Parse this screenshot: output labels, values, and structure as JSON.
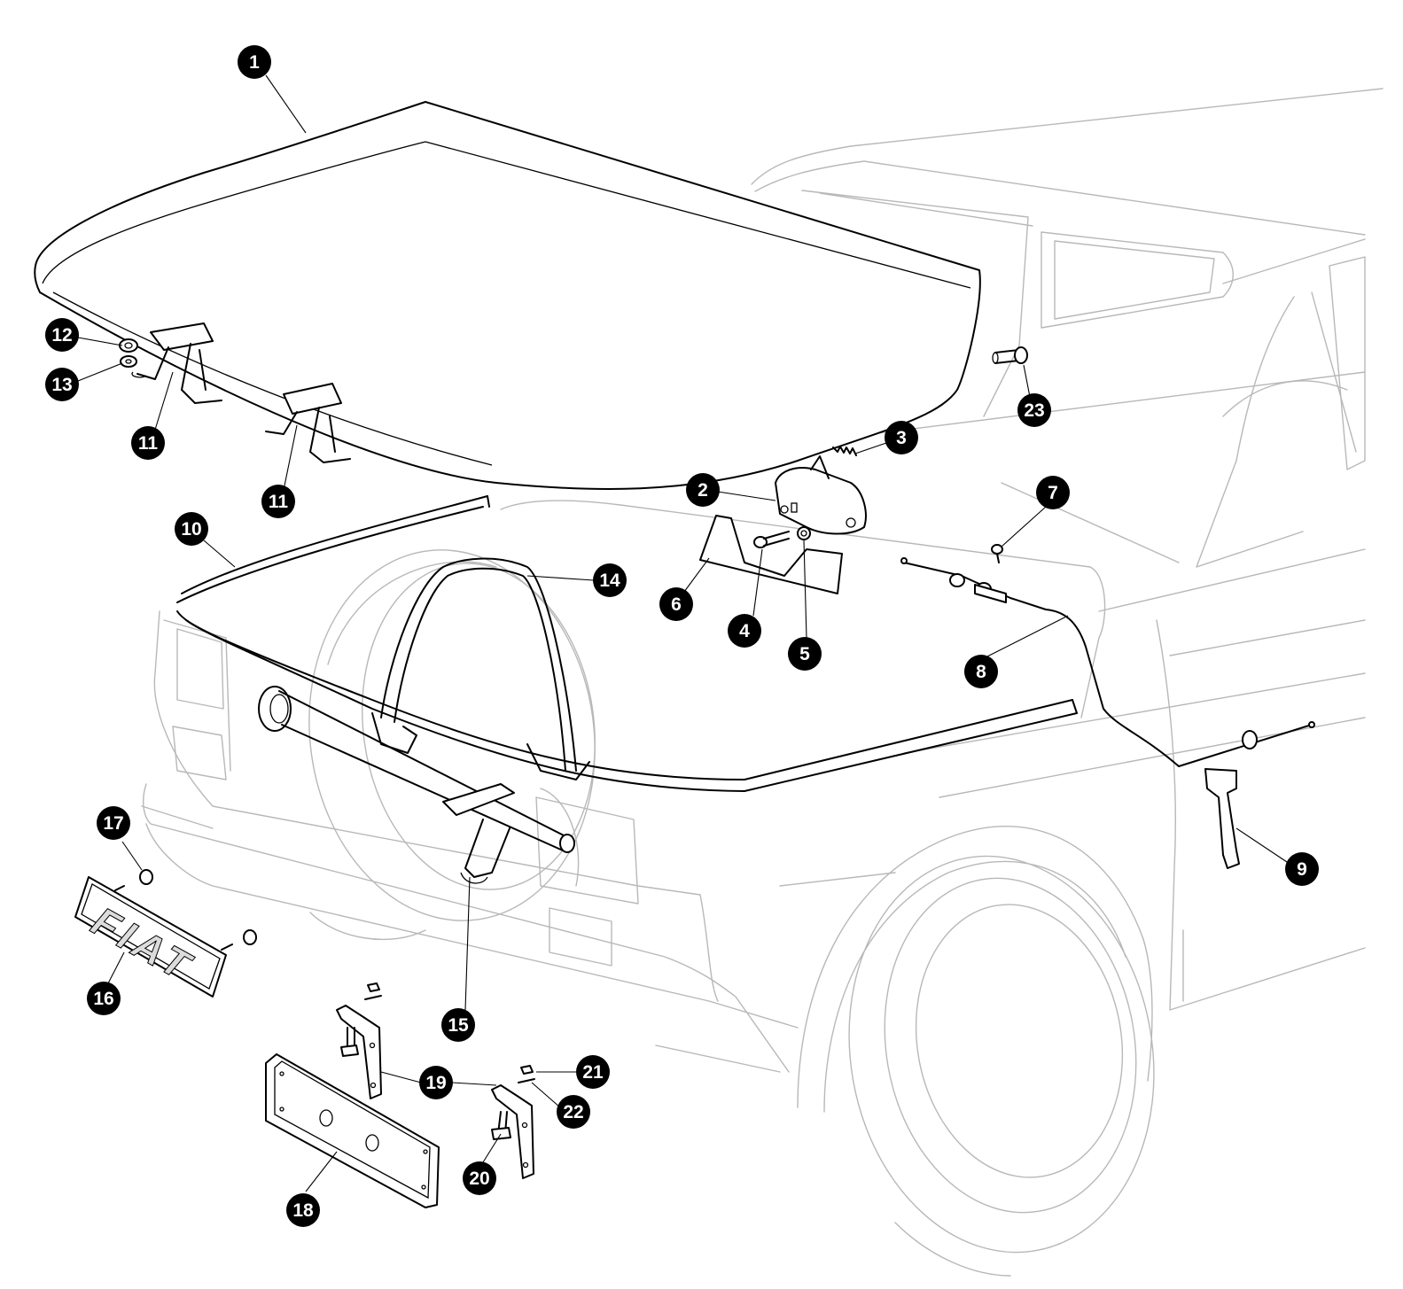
{
  "diagram": {
    "emblem_text": "FIAT",
    "callouts": [
      {
        "id": "1",
        "label": "1"
      },
      {
        "id": "2",
        "label": "2"
      },
      {
        "id": "3",
        "label": "3"
      },
      {
        "id": "4",
        "label": "4"
      },
      {
        "id": "5",
        "label": "5"
      },
      {
        "id": "6",
        "label": "6"
      },
      {
        "id": "7",
        "label": "7"
      },
      {
        "id": "8",
        "label": "8"
      },
      {
        "id": "9",
        "label": "9"
      },
      {
        "id": "10",
        "label": "10"
      },
      {
        "id": "11a",
        "label": "11"
      },
      {
        "id": "11b",
        "label": "11"
      },
      {
        "id": "12",
        "label": "12"
      },
      {
        "id": "13",
        "label": "13"
      },
      {
        "id": "14",
        "label": "14"
      },
      {
        "id": "15",
        "label": "15"
      },
      {
        "id": "16",
        "label": "16"
      },
      {
        "id": "17",
        "label": "17"
      },
      {
        "id": "18",
        "label": "18"
      },
      {
        "id": "19",
        "label": "19"
      },
      {
        "id": "20",
        "label": "20"
      },
      {
        "id": "21",
        "label": "21"
      },
      {
        "id": "22",
        "label": "22"
      },
      {
        "id": "23",
        "label": "23"
      }
    ]
  }
}
